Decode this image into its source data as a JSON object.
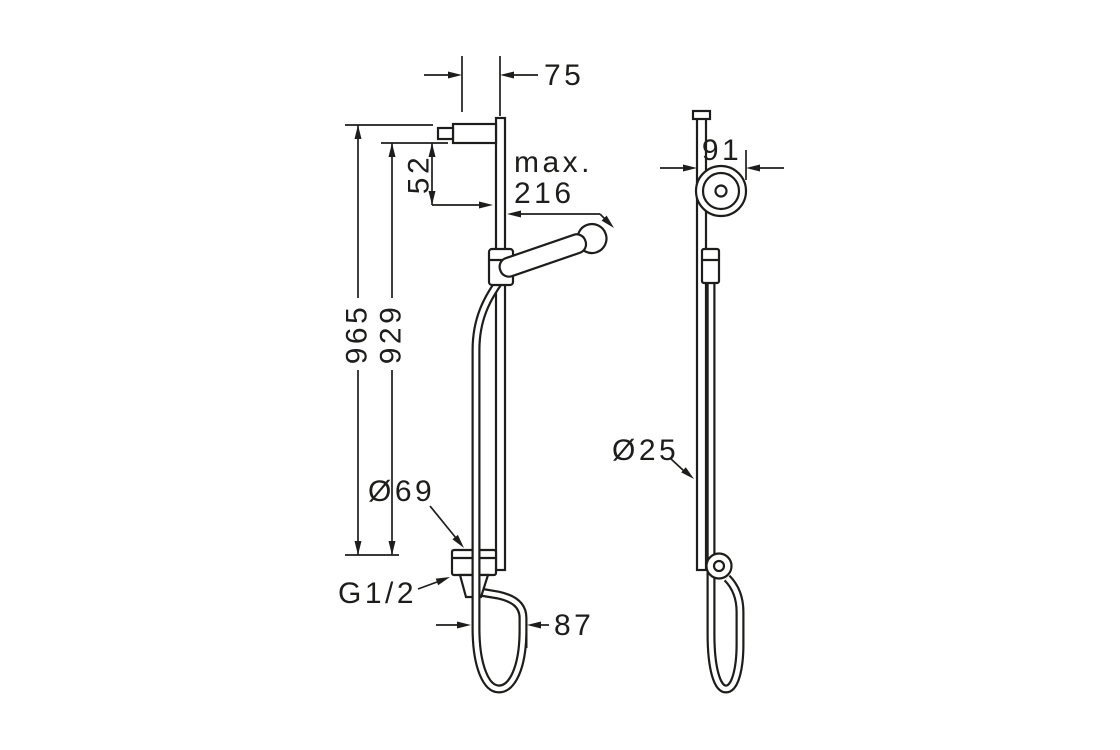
{
  "drawing": {
    "colors": {
      "ink": "#1d1d1b",
      "background": "#ffffff"
    },
    "front_view": {
      "dim_wall_offset_top": "75",
      "dim_bracket_drop": "52",
      "dim_max_prefix": "max.",
      "dim_max_value": "216",
      "dim_overall_height": "965",
      "dim_rail_height": "929",
      "dim_escutcheon_diameter": "Ø69",
      "dim_thread": "G1/2",
      "dim_wall_offset_bottom": "87"
    },
    "side_view": {
      "dim_depth": "91",
      "dim_rail_diameter": "Ø25"
    }
  }
}
